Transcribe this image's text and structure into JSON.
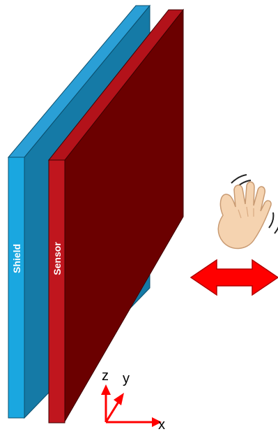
{
  "diagram": {
    "plates": [
      {
        "label": "Shield",
        "color_front": "#1aa7e0",
        "color_side": "#157aa6",
        "color_top": "#1f95cc"
      },
      {
        "label": "Sensor",
        "color_front": "#c0161e",
        "color_side": "#6b0000",
        "color_top": "#a50f15"
      }
    ],
    "axes": {
      "z": "z",
      "y": "y",
      "x": "x",
      "color": "#ff0000"
    },
    "gesture": {
      "hand_icon": "waving-hand-icon",
      "arrow_icon": "double-headed-arrow-icon",
      "arrow_color": "#ff0000"
    }
  }
}
